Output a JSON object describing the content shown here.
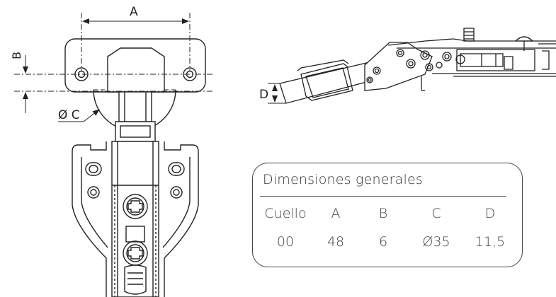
{
  "dimension_labels": {
    "a": "A",
    "b": "B",
    "c": "Ø C",
    "d": "D"
  },
  "table": {
    "title": "Dimensiones generales",
    "headers": [
      "Cuello",
      "A",
      "B",
      "C",
      "D"
    ],
    "rows": [
      [
        "00",
        "48",
        "6",
        "Ø35",
        "11,5"
      ]
    ]
  },
  "colors": {
    "line": "#222222",
    "background": "#ffffff"
  }
}
